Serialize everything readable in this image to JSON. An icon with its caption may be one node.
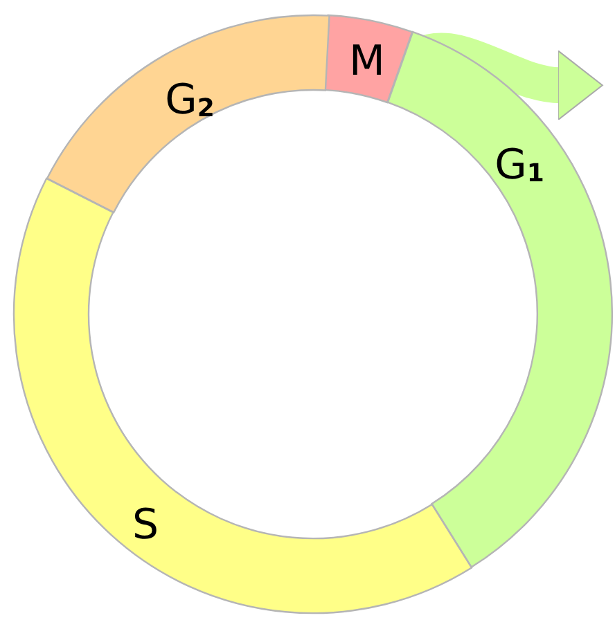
{
  "diagram": {
    "nodes": [
      {
        "text": [
          "M"
        ]
      },
      {
        "text": [
          "G$_{2}$"
        ]
      },
      {
        "text": [
          "G$_{1}$"
        ]
      },
      {
        "text": [
          "S"
        ]
      }
    ]
  }
}
